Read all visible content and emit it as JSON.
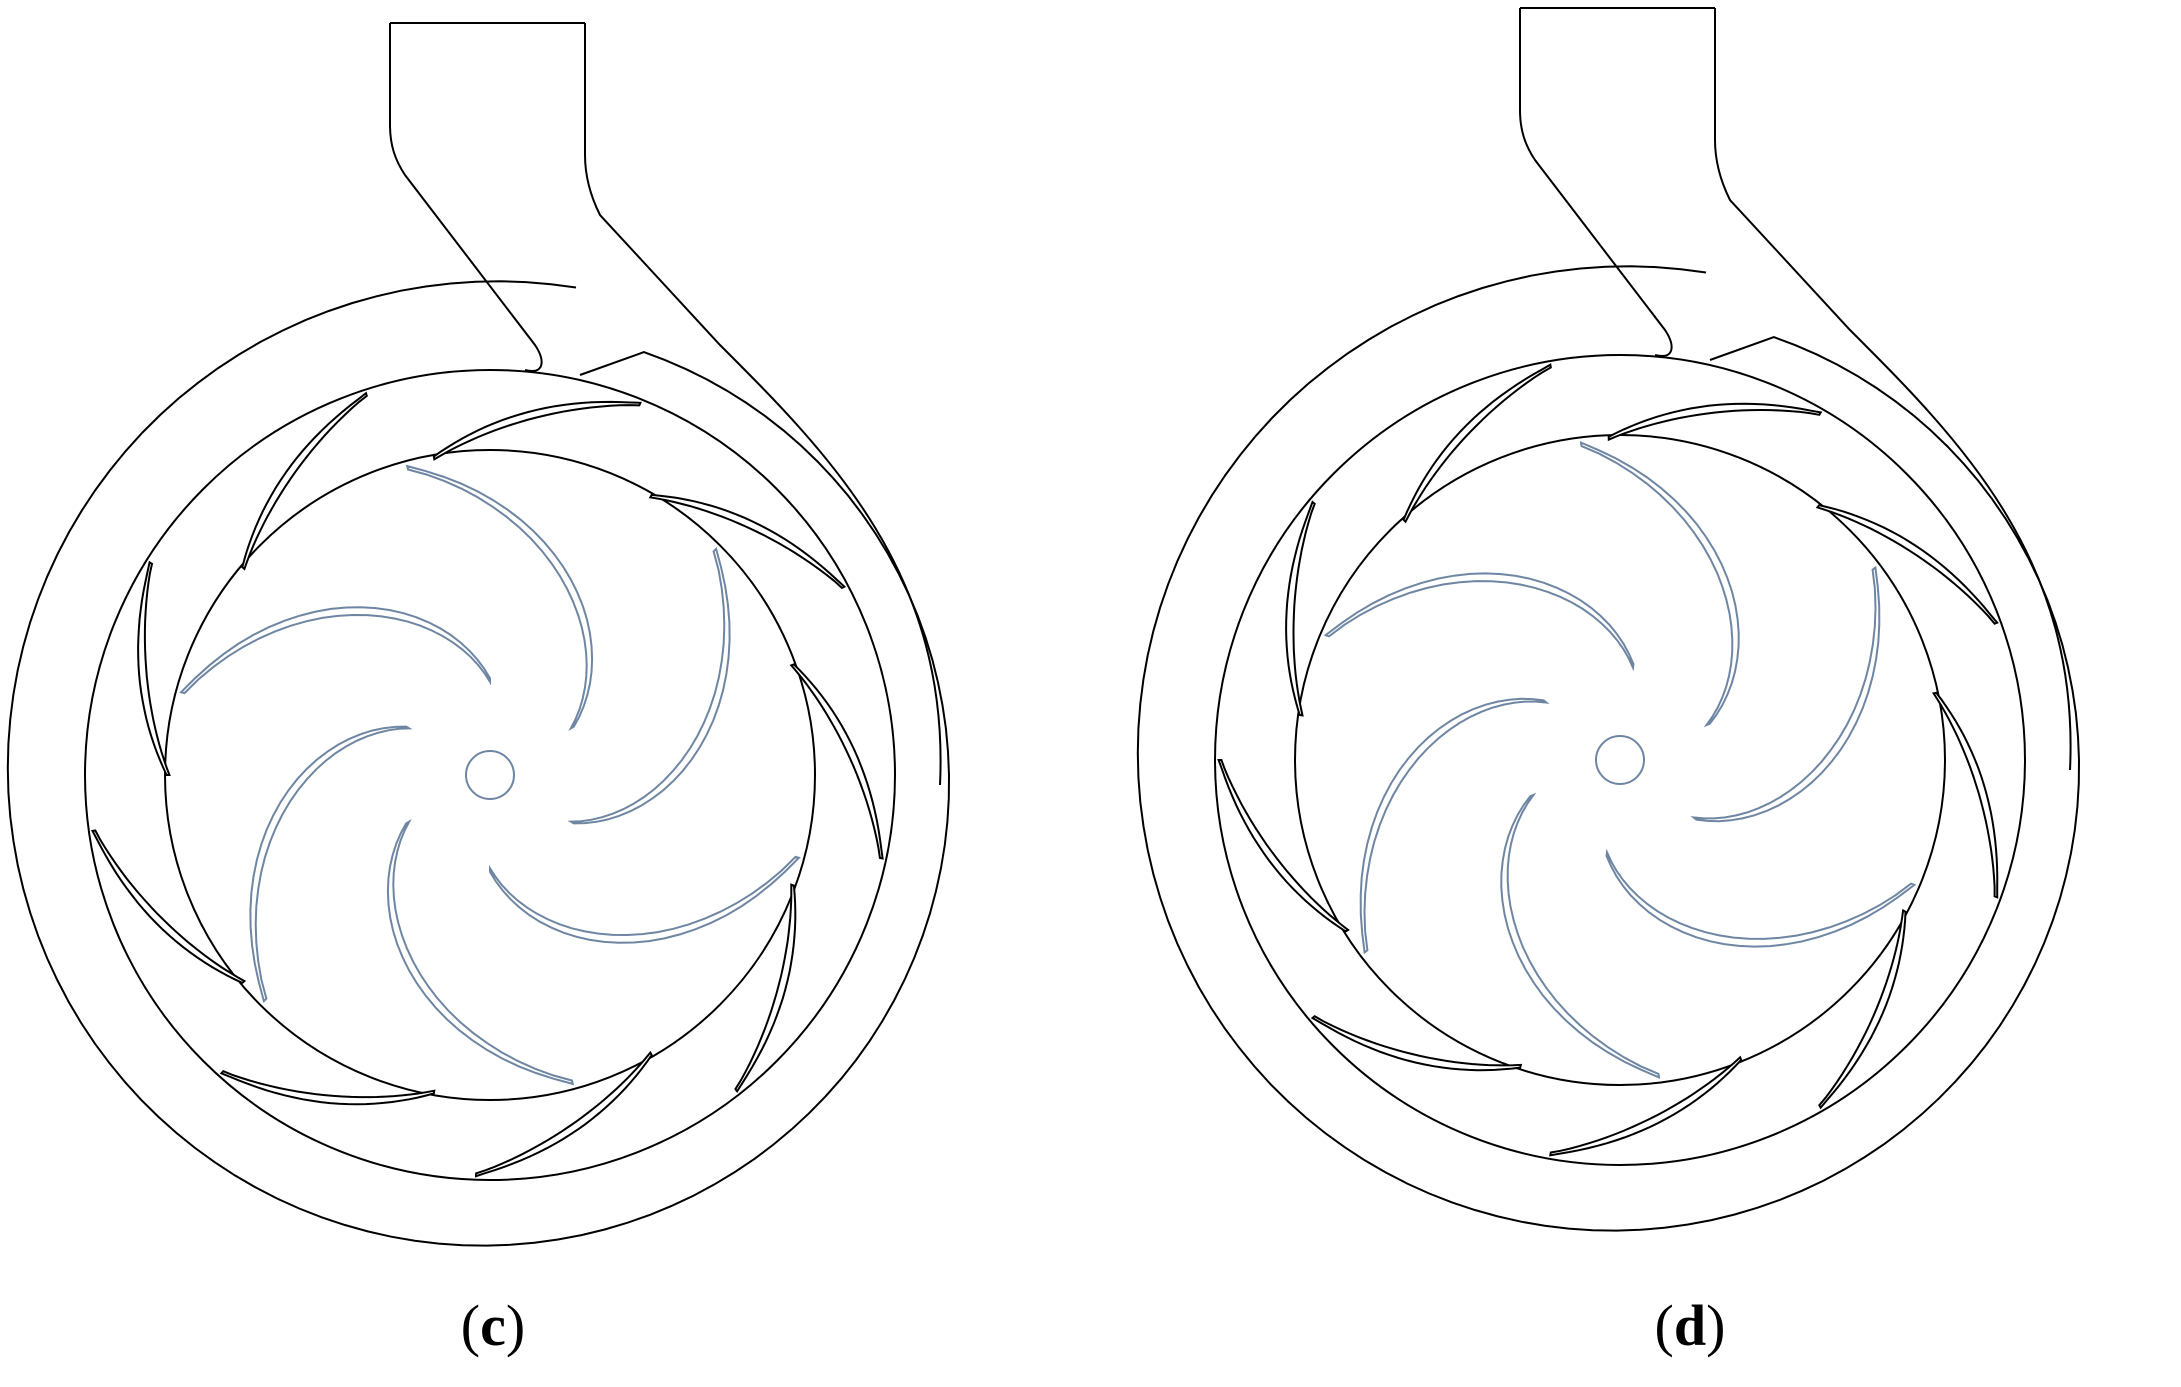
{
  "panels": [
    {
      "id": "c",
      "caption_open": "(",
      "caption_letter": "c",
      "caption_close": ")",
      "impeller_blades": 6,
      "diffuser_vanes": 9,
      "rotation_offset_deg": 0
    },
    {
      "id": "d",
      "caption_open": "(",
      "caption_letter": "d",
      "caption_close": ")",
      "impeller_blades": 6,
      "diffuser_vanes": 9,
      "rotation_offset_deg": 8
    }
  ],
  "colors": {
    "casing_stroke": "#000000",
    "impeller_stroke": "#6f86a3",
    "background": "#ffffff"
  }
}
